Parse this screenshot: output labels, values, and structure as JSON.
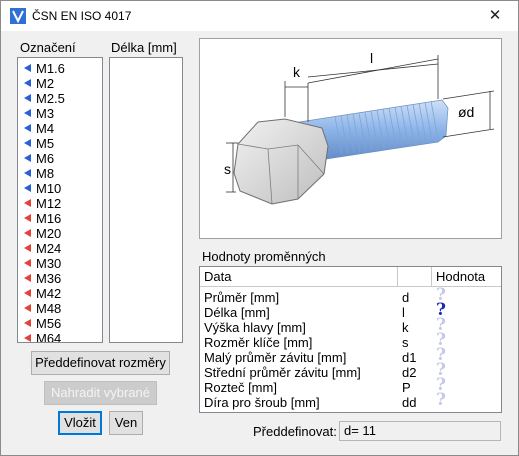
{
  "window": {
    "title": "ČSN EN ISO 4017",
    "close_glyph": "✕"
  },
  "labels": {
    "oznaceni": "Označení",
    "delka": "Délka [mm]",
    "hodnoty": "Hodnoty proměnných",
    "preddefinovat": "Předdefinovat:"
  },
  "designations": [
    {
      "label": "M1.6",
      "marker": "blue"
    },
    {
      "label": "M2",
      "marker": "blue"
    },
    {
      "label": "M2.5",
      "marker": "blue"
    },
    {
      "label": "M3",
      "marker": "blue"
    },
    {
      "label": "M4",
      "marker": "blue"
    },
    {
      "label": "M5",
      "marker": "blue"
    },
    {
      "label": "M6",
      "marker": "blue"
    },
    {
      "label": "M8",
      "marker": "blue"
    },
    {
      "label": "M10",
      "marker": "blue"
    },
    {
      "label": "M12",
      "marker": "red"
    },
    {
      "label": "M16",
      "marker": "red"
    },
    {
      "label": "M20",
      "marker": "red"
    },
    {
      "label": "M24",
      "marker": "red"
    },
    {
      "label": "M30",
      "marker": "red"
    },
    {
      "label": "M36",
      "marker": "red"
    },
    {
      "label": "M42",
      "marker": "red"
    },
    {
      "label": "M48",
      "marker": "red"
    },
    {
      "label": "M56",
      "marker": "red"
    },
    {
      "label": "M64",
      "marker": "red"
    }
  ],
  "diagram": {
    "dim_k": "k",
    "dim_l": "l",
    "dim_s": "s",
    "dim_d": "ød"
  },
  "grid": {
    "headers": {
      "data": "Data",
      "symbol": "",
      "value": "Hodnota"
    },
    "rows": [
      {
        "name": "Průměr [mm]",
        "symbol": "d",
        "value": "?",
        "state": "light"
      },
      {
        "name": "Délka [mm]",
        "symbol": "l",
        "value": "?",
        "state": "dark"
      },
      {
        "name": "Výška hlavy [mm]",
        "symbol": "k",
        "value": "?",
        "state": "light"
      },
      {
        "name": "Rozměr klíče [mm]",
        "symbol": "s",
        "value": "?",
        "state": "light"
      },
      {
        "name": "Malý průměr závitu [mm]",
        "symbol": "d1",
        "value": "?",
        "state": "light"
      },
      {
        "name": "Střední průměr závitu [mm]",
        "symbol": "d2",
        "value": "?",
        "state": "light"
      },
      {
        "name": "Rozteč [mm]",
        "symbol": "P",
        "value": "?",
        "state": "light"
      },
      {
        "name": "Díra pro šroub [mm]",
        "symbol": "dd",
        "value": "?",
        "state": "light"
      }
    ]
  },
  "buttons": {
    "preddefinovat": "Předdefinovat rozměry",
    "nahradit": "Nahradit vybrané",
    "vlozit": "Vložit",
    "ven": "Ven"
  },
  "predefined_value": "d= 11",
  "colors": {
    "marker_blue": "#2b5fd9",
    "marker_red": "#e0433b",
    "accent": "#0078d7"
  }
}
